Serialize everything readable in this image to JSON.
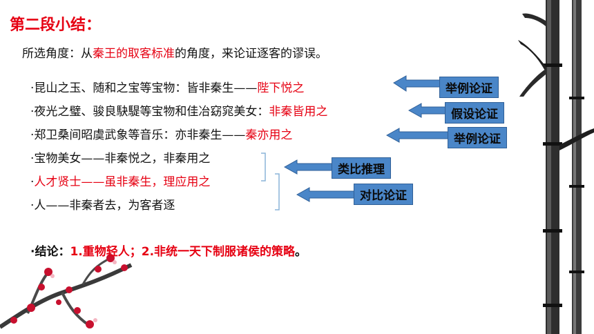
{
  "title": "第二段小结：",
  "intro": {
    "prefix": "所选角度：从",
    "highlight": "秦王的取客标准",
    "suffix": "的角度，来论证逐客的谬误。"
  },
  "lines": [
    {
      "text": "·昆山之玉、随和之宝等宝物：皆非秦生——",
      "red": "陛下悦之"
    },
    {
      "text": "·夜光之璧、骏良駃騠等宝物和佳冶窈窕美女：",
      "red": "非秦皆用之"
    },
    {
      "text": "·郑卫桑间昭虞武象等音乐：亦非秦生——",
      "red": "秦亦用之"
    },
    {
      "text": "·宝物美女——非秦悦之，非秦用之",
      "red": ""
    },
    {
      "text": "·",
      "red": "人才贤士——虽非秦生，理应用之"
    },
    {
      "text": "·人——非秦者去，为客者逐",
      "red": ""
    }
  ],
  "conclusion": {
    "prefix": "·结论：",
    "red": "1.重物轻人；2.非统一天下制服诸侯的策略",
    "suffix": "。"
  },
  "tags": [
    "举例论证",
    "假设论证",
    "举例论证",
    "类比推理",
    "对比论证"
  ]
}
